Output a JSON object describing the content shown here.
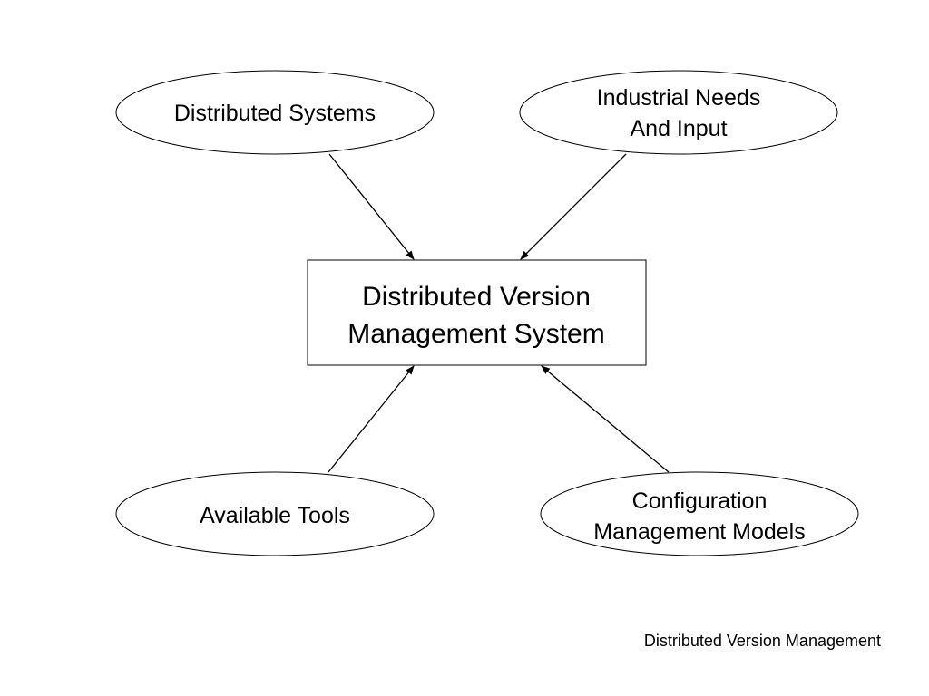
{
  "diagram": {
    "center": {
      "line1": "Distributed Version",
      "line2": "Management System"
    },
    "nodes": {
      "top_left": {
        "label": "Distributed Systems"
      },
      "top_right": {
        "line1": "Industrial Needs",
        "line2": "And Input"
      },
      "bottom_left": {
        "label": "Available Tools"
      },
      "bottom_right": {
        "line1": "Configuration",
        "line2": "Management Models"
      }
    }
  },
  "footer": {
    "text": "Distributed Version Management"
  },
  "colors": {
    "stroke": "#000000",
    "background": "#ffffff"
  }
}
